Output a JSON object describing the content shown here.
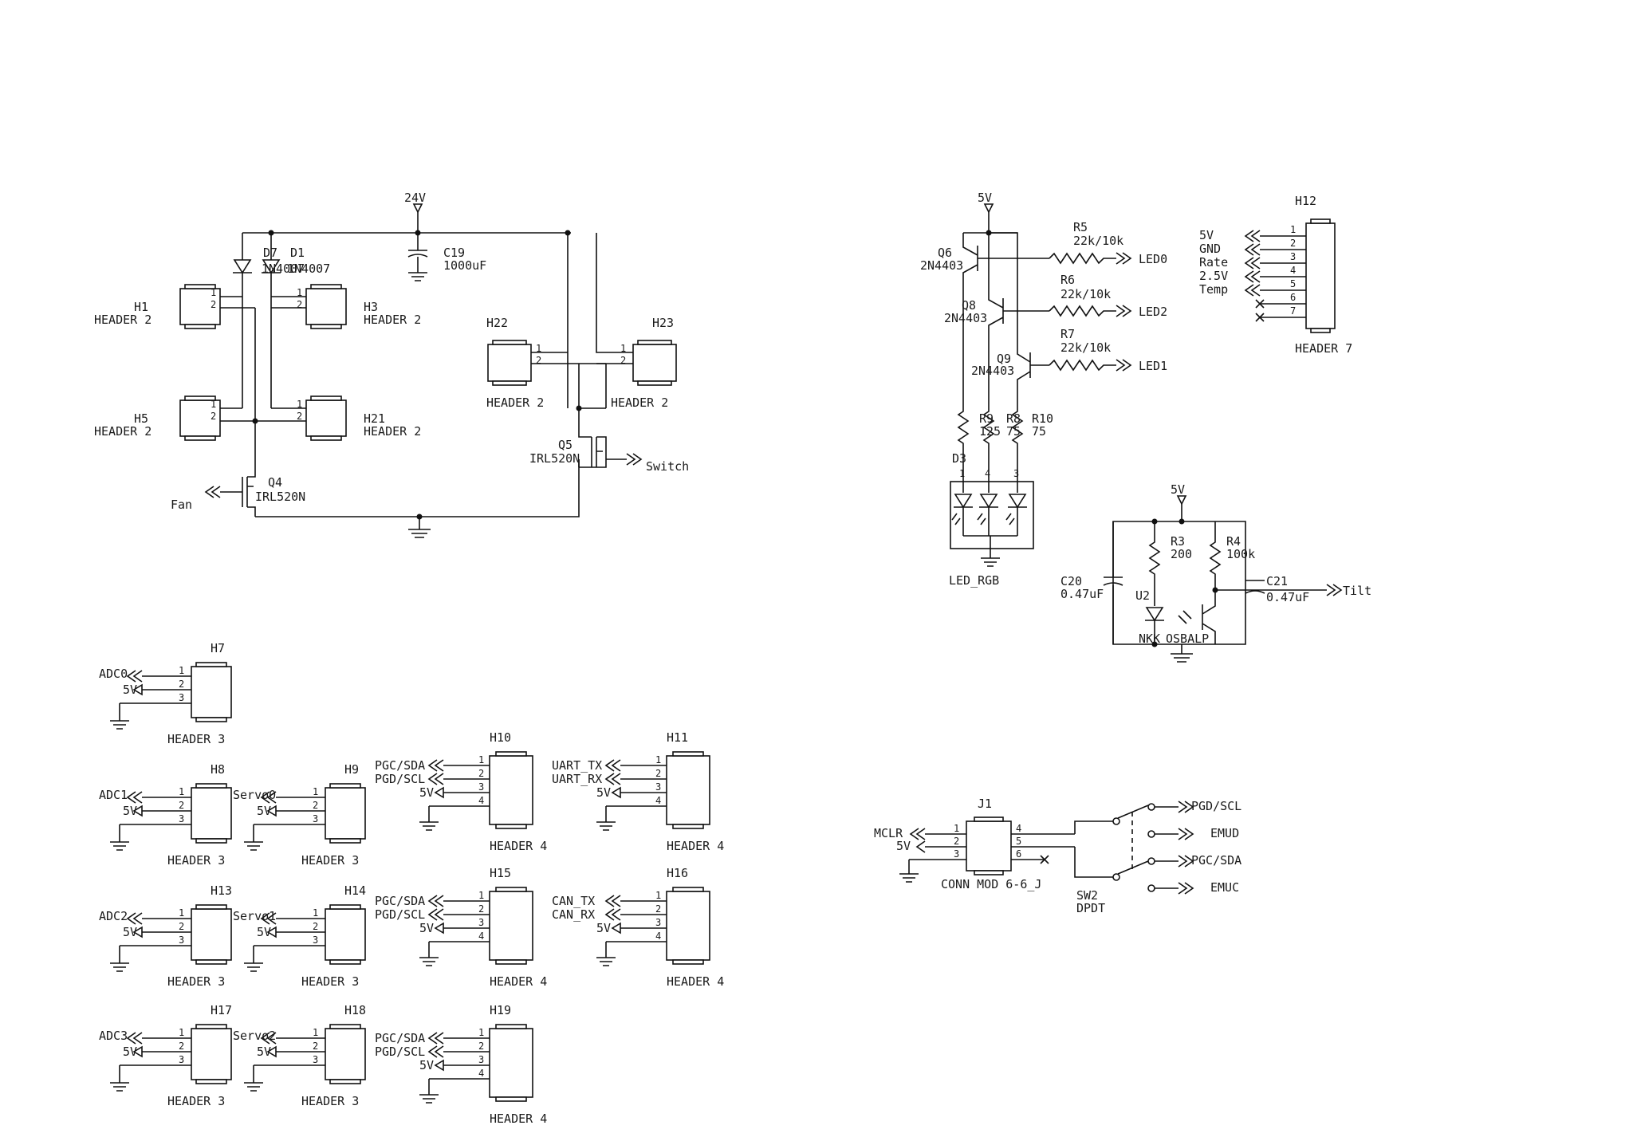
{
  "power": {
    "rail_24v": "24V",
    "rail_5v": "5V",
    "cap_c19": "C19",
    "cap_c19_value": "1000uF"
  },
  "motor_section": {
    "diode_d7": "D7",
    "diode_d7_part": "1N4007",
    "diode_d1": "D1",
    "diode_d1_part": "1N4007",
    "q4": "Q4",
    "q4_part": "IRL520N",
    "q4_net": "Fan",
    "q5": "Q5",
    "q5_part": "IRL520N",
    "q5_net": "Switch"
  },
  "rgb_section": {
    "q6": "Q6",
    "q6_part": "2N4403",
    "q8": "Q8",
    "q8_part": "2N4403",
    "q9": "Q9",
    "q9_part": "2N4403",
    "r5": "R5",
    "r5_value": "22k/10k",
    "r5_net": "LED0",
    "r6": "R6",
    "r6_value": "22k/10k",
    "r6_net": "LED2",
    "r7": "R7",
    "r7_value": "22k/10k",
    "r7_net": "LED1",
    "r9": "R9",
    "r9_value": "125",
    "r8": "R8",
    "r8_value": "75",
    "r10": "R10",
    "r10_value": "75",
    "d3": "D3",
    "d3_part": "LED_RGB",
    "d3_pins": [
      "1",
      "4",
      "3"
    ]
  },
  "h12": {
    "ref": "H12",
    "part": "HEADER 7",
    "nets": [
      "5V",
      "GND",
      "Rate",
      "2.5V",
      "Temp"
    ],
    "pins": [
      "1",
      "2",
      "3",
      "4",
      "5",
      "6",
      "7"
    ]
  },
  "tilt_section": {
    "r3": "R3",
    "r3_value": "200",
    "r4": "R4",
    "r4_value": "100k",
    "c20": "C20",
    "c20_value": "0.47uF",
    "c21": "C21",
    "c21_value": "0.47uF",
    "u2": "U2",
    "u2_part": "OSBALP",
    "u2_pin_label": "NKK",
    "net": "Tilt"
  },
  "programming": {
    "j1": "J1",
    "j1_part": "CONN MOD 6-6_J",
    "j1_nets": [
      "MCLR",
      "5V"
    ],
    "j1_pins": [
      "1",
      "2",
      "3",
      "4",
      "5",
      "6"
    ],
    "sw2": "SW2",
    "sw2_part": "DPDT",
    "sw_nets": [
      "PGD/SCL",
      "EMUD",
      "PGC/SDA",
      "EMUC"
    ]
  },
  "headers2": [
    {
      "ref": "H1",
      "part": "HEADER 2",
      "pins": [
        "1",
        "2"
      ]
    },
    {
      "ref": "H3",
      "part": "HEADER 2",
      "pins": [
        "1",
        "2"
      ]
    },
    {
      "ref": "H5",
      "part": "HEADER 2",
      "pins": [
        "1",
        "2"
      ]
    },
    {
      "ref": "H21",
      "part": "HEADER 2",
      "pins": [
        "1",
        "2"
      ]
    },
    {
      "ref": "H22",
      "part": "HEADER 2",
      "pins": [
        "1",
        "2"
      ]
    },
    {
      "ref": "H23",
      "part": "HEADER 2",
      "pins": [
        "1",
        "2"
      ]
    }
  ],
  "headers3": [
    {
      "ref": "H7",
      "part": "HEADER 3",
      "sig": "ADC0",
      "supply": "5V",
      "pins": [
        "1",
        "2",
        "3"
      ]
    },
    {
      "ref": "H8",
      "part": "HEADER 3",
      "sig": "ADC1",
      "supply": "5V",
      "pins": [
        "1",
        "2",
        "3"
      ]
    },
    {
      "ref": "H13",
      "part": "HEADER 3",
      "sig": "ADC2",
      "supply": "5V",
      "pins": [
        "1",
        "2",
        "3"
      ]
    },
    {
      "ref": "H17",
      "part": "HEADER 3",
      "sig": "ADC3",
      "supply": "5V",
      "pins": [
        "1",
        "2",
        "3"
      ]
    },
    {
      "ref": "H9",
      "part": "HEADER 3",
      "sig": "Servo0",
      "supply": "5V",
      "pins": [
        "1",
        "2",
        "3"
      ]
    },
    {
      "ref": "H14",
      "part": "HEADER 3",
      "sig": "Servo1",
      "supply": "5V",
      "pins": [
        "1",
        "2",
        "3"
      ]
    },
    {
      "ref": "H18",
      "part": "HEADER 3",
      "sig": "Servo2",
      "supply": "5V",
      "pins": [
        "1",
        "2",
        "3"
      ]
    }
  ],
  "headers4": [
    {
      "ref": "H10",
      "part": "HEADER 4",
      "sig1": "PGC/SDA",
      "sig2": "PGD/SCL",
      "supply": "5V",
      "pins": [
        "1",
        "2",
        "3",
        "4"
      ]
    },
    {
      "ref": "H15",
      "part": "HEADER 4",
      "sig1": "PGC/SDA",
      "sig2": "PGD/SCL",
      "supply": "5V",
      "pins": [
        "1",
        "2",
        "3",
        "4"
      ]
    },
    {
      "ref": "H19",
      "part": "HEADER 4",
      "sig1": "PGC/SDA",
      "sig2": "PGD/SCL",
      "supply": "5V",
      "pins": [
        "1",
        "2",
        "3",
        "4"
      ]
    },
    {
      "ref": "H11",
      "part": "HEADER 4",
      "sig1": "UART_TX",
      "sig2": "UART_RX",
      "supply": "5V",
      "pins": [
        "1",
        "2",
        "3",
        "4"
      ]
    },
    {
      "ref": "H16",
      "part": "HEADER 4",
      "sig1": "CAN_TX",
      "sig2": "CAN_RX",
      "supply": "5V",
      "pins": [
        "1",
        "2",
        "3",
        "4"
      ]
    }
  ]
}
